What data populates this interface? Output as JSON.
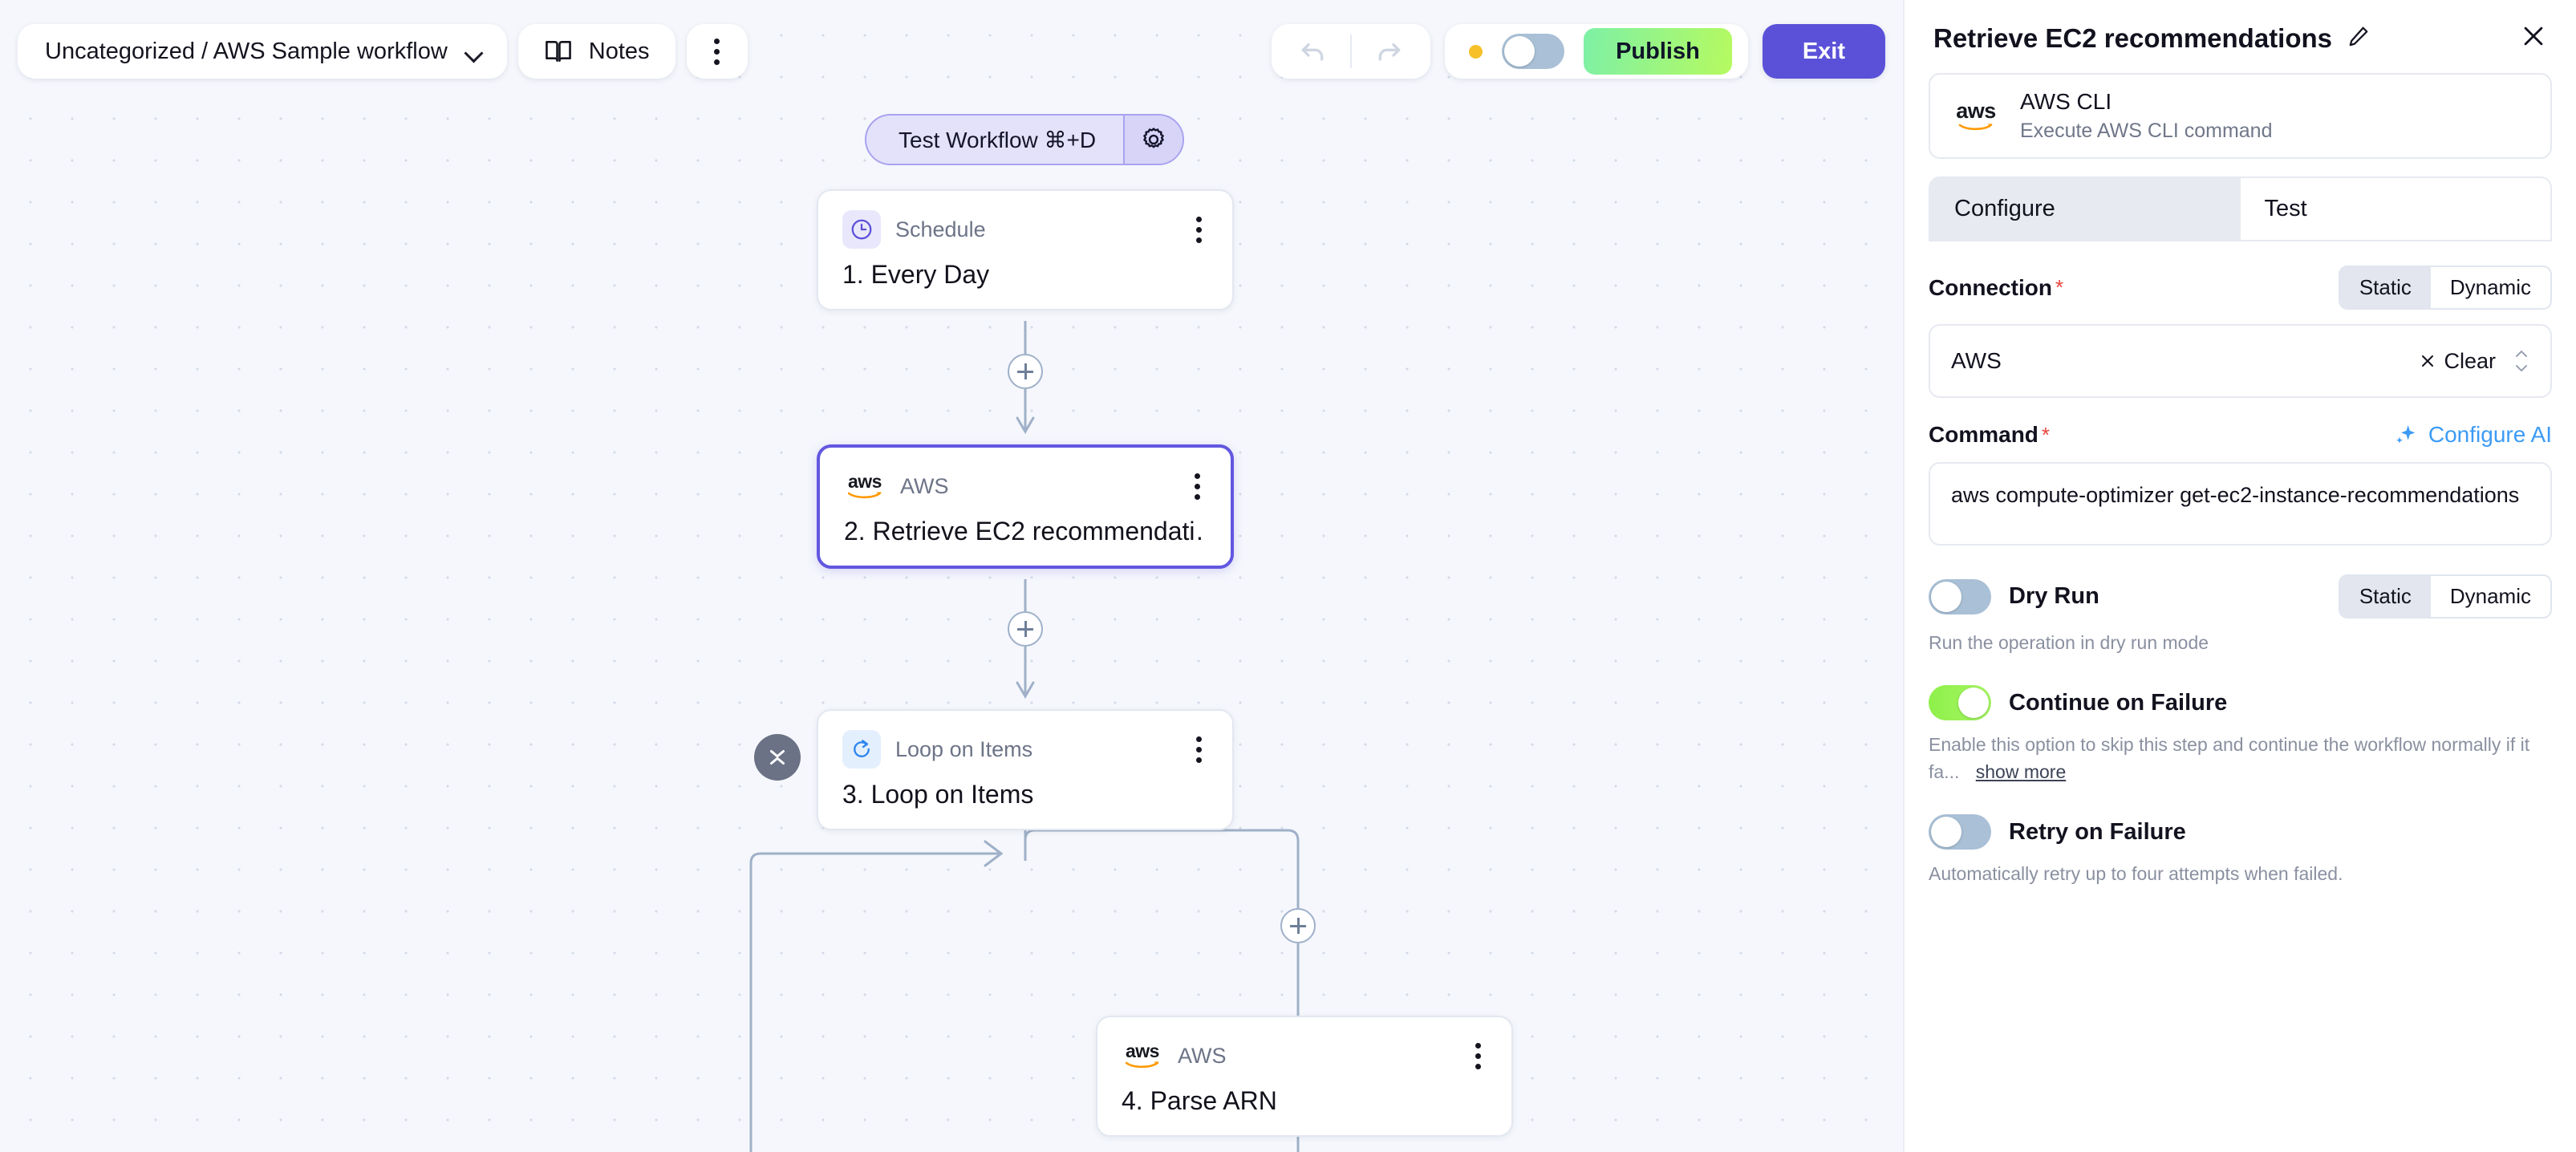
{
  "toolbar": {
    "breadcrumb": "Uncategorized / AWS Sample workflow",
    "dropdown_icon": "chevron-down-icon",
    "notes_label": "Notes",
    "notes_icon": "book-icon",
    "more_icon": "kebab-menu-icon",
    "undo_icon": "undo-icon",
    "redo_icon": "redo-icon",
    "status_dot_color": "#f7c029",
    "run_toggle_state": "off",
    "publish_label": "Publish",
    "publish_color": "#a6f563",
    "exit_label": "Exit",
    "exit_color": "#5b51d8"
  },
  "test_pill": {
    "label": "Test Workflow ⌘+D",
    "gear_icon": "gear-icon"
  },
  "canvas": {
    "collapse_icon": "collapse-chevrons-icon",
    "add_icon": "plus-icon",
    "nodes": [
      {
        "id": 1,
        "kind": "Schedule",
        "title": "1. Every Day",
        "icon": "clock-icon",
        "selected": false
      },
      {
        "id": 2,
        "kind": "AWS",
        "title": "2. Retrieve EC2 recommendati…",
        "icon": "aws-logo-icon",
        "selected": true
      },
      {
        "id": 3,
        "kind": "Loop on Items",
        "title": "3. Loop on Items",
        "icon": "loop-refresh-icon",
        "selected": false
      },
      {
        "id": 4,
        "kind": "AWS",
        "title": "4. Parse ARN",
        "icon": "aws-logo-icon",
        "selected": false
      }
    ]
  },
  "panel": {
    "title": "Retrieve EC2 recommendations",
    "edit_icon": "pencil-icon",
    "close_icon": "close-icon",
    "service": {
      "icon": "aws-logo-icon",
      "name": "AWS CLI",
      "description": "Execute AWS CLI command"
    },
    "tabs": [
      {
        "label": "Configure",
        "active": true
      },
      {
        "label": "Test",
        "active": false
      }
    ],
    "connection": {
      "label": "Connection",
      "required": "*",
      "mode_static": "Static",
      "mode_dynamic": "Dynamic",
      "active_mode": "Static",
      "value": "AWS",
      "clear_label": "Clear",
      "clear_icon": "close-x-icon",
      "caret_icon": "chevron-up-down-icon"
    },
    "command": {
      "label": "Command",
      "required": "*",
      "ai_label": "Configure AI",
      "ai_icon": "sparkle-icon",
      "value": "aws compute-optimizer get-ec2-instance-recommendations"
    },
    "dry_run": {
      "label": "Dry Run",
      "state": "off",
      "mode_static": "Static",
      "mode_dynamic": "Dynamic",
      "active_mode": "Static",
      "helper": "Run the operation in dry run mode"
    },
    "continue_on_failure": {
      "label": "Continue on Failure",
      "state": "on",
      "helper": "Enable this option to skip this step and continue the workflow normally if it fa...",
      "show_more": "show more"
    },
    "retry_on_failure": {
      "label": "Retry on Failure",
      "state": "off",
      "helper": "Automatically retry up to four attempts when failed."
    }
  }
}
